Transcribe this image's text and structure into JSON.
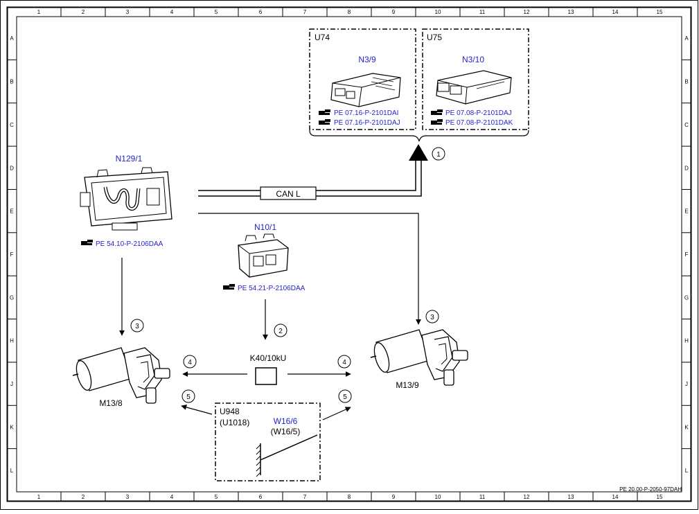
{
  "frame": {
    "columns": [
      "1",
      "2",
      "3",
      "4",
      "5",
      "6",
      "7",
      "8",
      "9",
      "10",
      "11",
      "12",
      "13",
      "14",
      "15"
    ],
    "rows": [
      "A",
      "B",
      "C",
      "D",
      "E",
      "F",
      "G",
      "H",
      "J",
      "K",
      "L"
    ]
  },
  "colors": {
    "reference_blue": "#2323c8",
    "line": "#000000"
  },
  "groups": {
    "u74": {
      "label": "U74",
      "component": "N3/9",
      "refs": [
        "PE 07.16-P-2101DAI",
        "PE 07.16-P-2101DAJ"
      ]
    },
    "u75": {
      "label": "U75",
      "component": "N3/10",
      "refs": [
        "PE 07.08-P-2101DAJ",
        "PE 07.08-P-2101DAK"
      ]
    }
  },
  "components": {
    "n129": {
      "label": "N129/1",
      "ref": "PE 54.10-P-2106DAA"
    },
    "n10": {
      "label": "N10/1",
      "ref": "PE 54.21-P-2106DAA"
    },
    "k40": {
      "label": "K40/10kU"
    },
    "m13_8": {
      "label": "M13/8"
    },
    "m13_9": {
      "label": "M13/9"
    },
    "u948": {
      "label": "U948",
      "sub": "(U1018)",
      "component": "W16/6",
      "component_sub": "(W16/5)"
    }
  },
  "bus": {
    "label": "CAN L"
  },
  "markers": {
    "m1": "1",
    "m2": "2",
    "m3": "3",
    "m4": "4",
    "m5": "5"
  },
  "doc_id": "PE 20.00-P-2050-97DAH",
  "icons": [
    "reference-pointer-icon",
    "control-unit-icon",
    "relay-icon",
    "pump-motor-icon",
    "ground-symbol-icon"
  ]
}
